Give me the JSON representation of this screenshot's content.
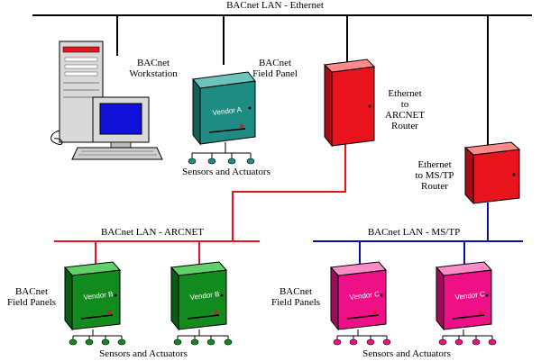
{
  "networks": {
    "ethernet": "BACnet LAN - Ethernet",
    "arcnet": "BACnet LAN - ARCNET",
    "mstp": "BACnet LAN - MS/TP"
  },
  "devices": {
    "workstation": {
      "line1": "BACnet",
      "line2": "Workstation"
    },
    "field_panel_top": {
      "line1": "BACnet",
      "line2": "Field Panel",
      "vendor": "Vendor A",
      "color": "#1f8c84"
    },
    "router_arcnet": {
      "line1": "Ethernet",
      "line2": "to",
      "line3": "ARCNET",
      "line4": "Router",
      "color": "#e8131c"
    },
    "router_mstp": {
      "line1": "Ethernet",
      "line2": "to MS/TP",
      "line3": "Router",
      "color": "#e8131c"
    },
    "field_panels_arcnet": {
      "line1": "BACnet",
      "line2": "Field Panels",
      "vendor": "Vendor B",
      "color": "#138a1e"
    },
    "field_panels_mstp": {
      "line1": "BACnet",
      "line2": "Field Panels",
      "vendor": "Vendor C",
      "color": "#ef1088"
    }
  },
  "sensors": {
    "top": "Sensors and Actuators",
    "arcnet": "Sensors and Actuators",
    "mstp": "Sensors and Actuators"
  },
  "colors": {
    "ethernet_line": "#000000",
    "arcnet_line": "#e8131c",
    "mstp_line": "#1010a8",
    "sensor_top": "#1f8c84",
    "sensor_arcnet": "#138a1e",
    "sensor_mstp": "#ef1088"
  }
}
